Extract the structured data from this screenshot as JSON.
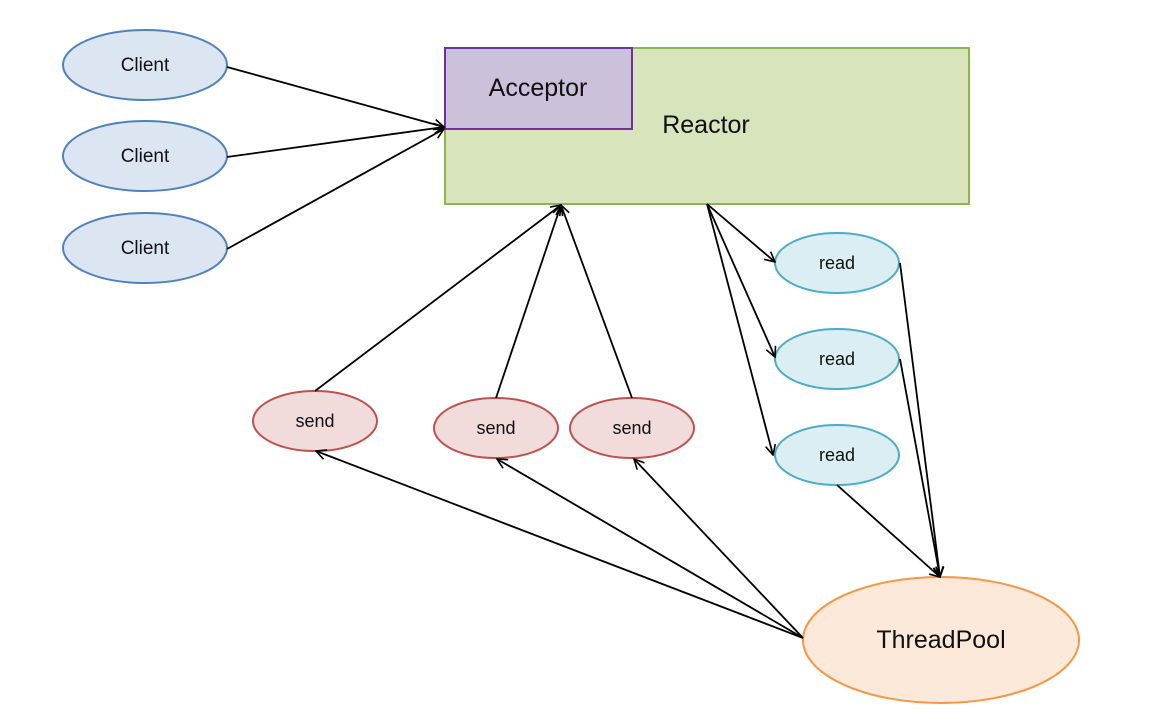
{
  "diagram": {
    "reactor": {
      "label": "Reactor",
      "fill": "#d7e4bc",
      "stroke": "#8fb64e"
    },
    "acceptor": {
      "label": "Acceptor",
      "fill": "#ccc1da",
      "stroke": "#7030a0"
    },
    "clients": [
      {
        "label": "Client"
      },
      {
        "label": "Client"
      },
      {
        "label": "Client"
      }
    ],
    "client_style": {
      "fill": "#dce6f2",
      "stroke": "#4f81bd"
    },
    "reads": [
      {
        "label": "read"
      },
      {
        "label": "read"
      },
      {
        "label": "read"
      }
    ],
    "read_style": {
      "fill": "#dbeef4",
      "stroke": "#4bacc6"
    },
    "sends": [
      {
        "label": "send"
      },
      {
        "label": "send"
      },
      {
        "label": "send"
      }
    ],
    "send_style": {
      "fill": "#f2dcdb",
      "stroke": "#c0504d"
    },
    "threadpool": {
      "label": "ThreadPool",
      "fill": "#fde9d9",
      "stroke": "#f79646"
    },
    "edges": [
      {
        "from": "client-1",
        "to": "acceptor"
      },
      {
        "from": "client-2",
        "to": "acceptor"
      },
      {
        "from": "client-3",
        "to": "acceptor"
      },
      {
        "from": "reactor",
        "to": "read-1"
      },
      {
        "from": "reactor",
        "to": "read-2"
      },
      {
        "from": "reactor",
        "to": "read-3"
      },
      {
        "from": "read-1",
        "to": "threadpool"
      },
      {
        "from": "read-2",
        "to": "threadpool"
      },
      {
        "from": "read-3",
        "to": "threadpool"
      },
      {
        "from": "threadpool",
        "to": "send-1"
      },
      {
        "from": "threadpool",
        "to": "send-2"
      },
      {
        "from": "threadpool",
        "to": "send-3"
      },
      {
        "from": "send-1",
        "to": "reactor"
      },
      {
        "from": "send-2",
        "to": "reactor"
      },
      {
        "from": "send-3",
        "to": "reactor"
      }
    ]
  }
}
